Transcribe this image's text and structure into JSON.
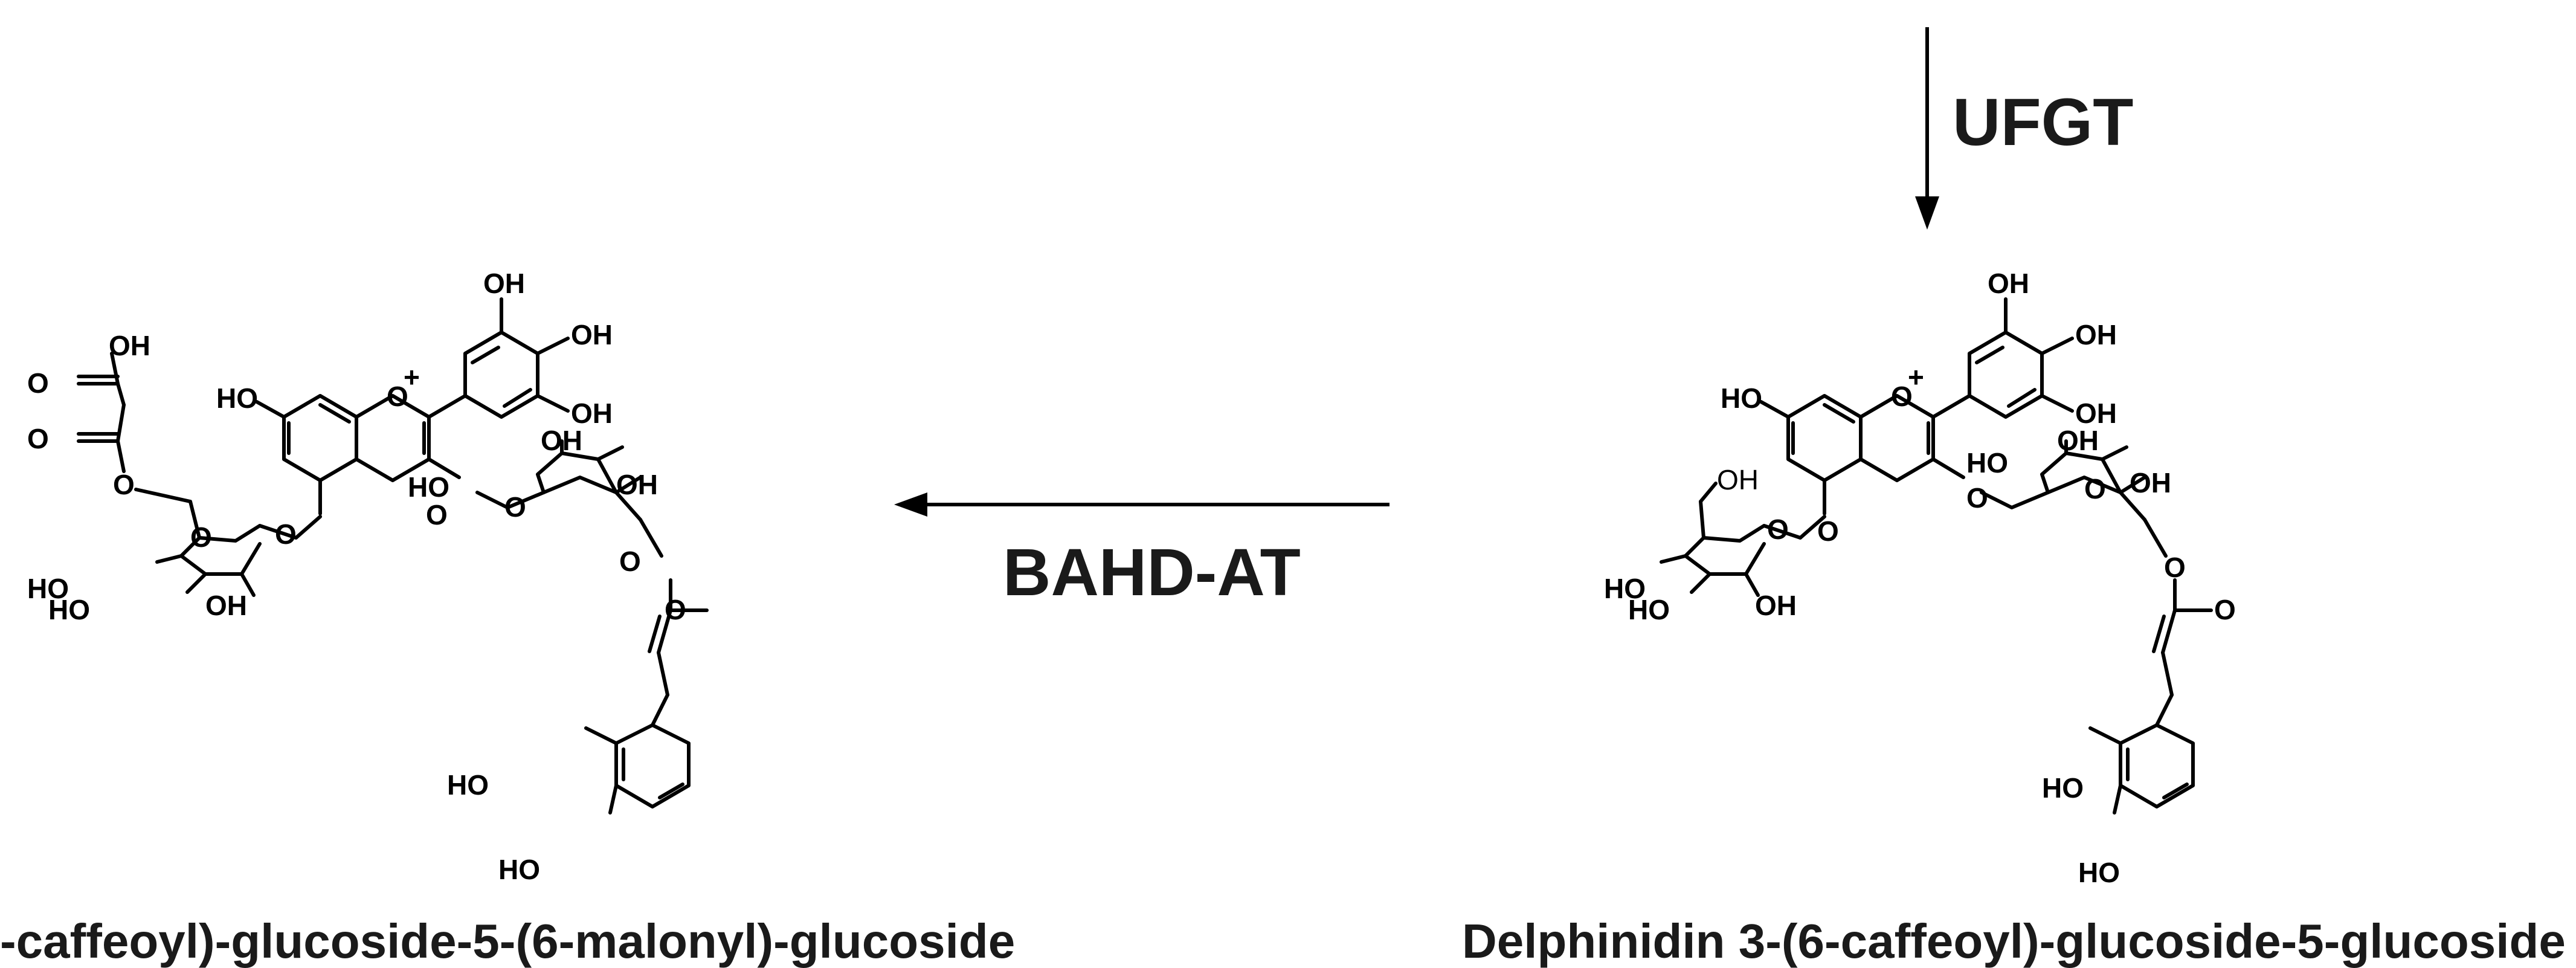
{
  "diagram": {
    "enzymes": {
      "top": "UFGT",
      "middle": "BAHD-AT"
    },
    "compounds": {
      "right": {
        "name": "Delphinidin 3-(6-caffeoyl)-glucoside-5-glucoside"
      },
      "left": {
        "name": "-caffeoyl)-glucoside-5-(6-malonyl)-glucoside"
      }
    },
    "atom_labels": {
      "hydroxyl": "OH",
      "hydroxyl_left": "HO",
      "oxygen": "O",
      "positive_charge": "+"
    }
  }
}
